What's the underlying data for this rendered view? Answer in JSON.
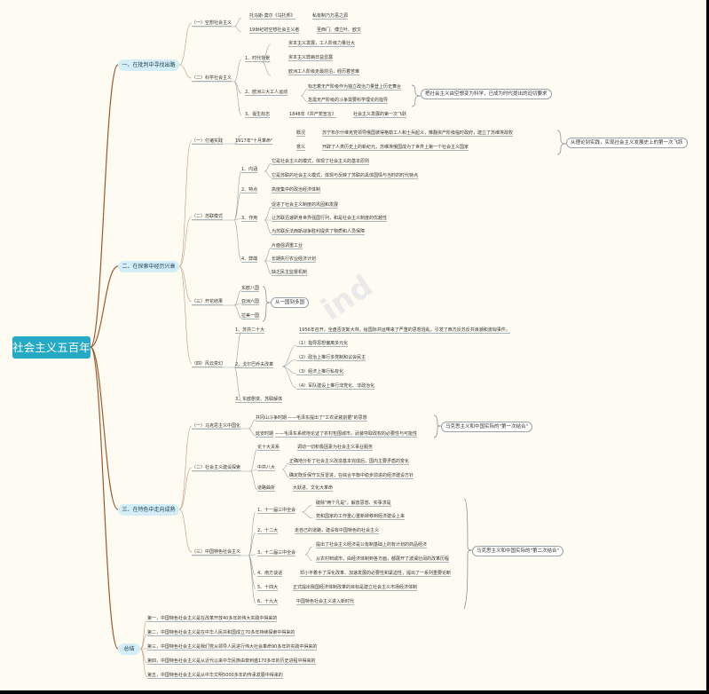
{
  "root": "社会主义五百年",
  "watermark": "ind",
  "sections": {
    "s1": "一、在批判中寻找出路",
    "s2": "二、在探索中经历兴衰",
    "s3": "三、在特色中走向成熟",
    "s4": "总结"
  },
  "callouts": {
    "c1": "把社会主义由空想变为科学，已成为时代提出的迫切要求",
    "c2": "从理论到实践，实现社会主义发展史上的第一次飞跃",
    "c3": "从一国到多国",
    "c4": "马克思主义和中国实际的\"第一次结合\"",
    "c5": "马克思主义和中国实际的\"第二次结合\""
  },
  "s1": {
    "a": "（一）空想社会主义",
    "a1": "托马斯·莫尔《乌托邦》",
    "a1n": "私有制乃万恶之源",
    "a2": "19世纪初空想社会主义者",
    "a2n": "圣西门、傅立叶、欧文",
    "b": "（二）科学社会主义",
    "b1": "1、时代背景",
    "b1a": "资本主义发展，工人阶级力量壮大",
    "b1b": "资本主义弊病日益显露",
    "b1c": "欧洲工人阶级走最前沿，经历着苦难",
    "b2": "2、欧洲三大工人运动",
    "b2a": "标志着无产阶级作为独立政治力量登上历史舞台",
    "b2b": "急需无产阶级的斗争需要科学理论的指导",
    "b3": "3、诞生标志",
    "b3a": "1848年《共产党宣言》",
    "b3b": "社会主义发展的第一次飞跃"
  },
  "s2": {
    "a": "（一）付诸实践",
    "a0": "1917年\"十月革命\"",
    "a1": "概况",
    "a1n": "苏宁布尔什维克党领导俄国彼得格勒工人和士兵起义，推翻资产阶级临时政府，建立了苏维埃政权",
    "a2": "意义",
    "a2n": "开辟了人类历史上的新纪元，苏维埃俄国成为了世界上第一个社会主义国家",
    "b": "（二）苏联模式",
    "b1": "1、内涵",
    "b1a": "它是社会主义的模式，体现了社会主义的基本原则",
    "b1b": "它是苏联的社会主义模式，体现与反映了苏联的具体国情与当时的时代特点",
    "b2": "2、特点",
    "b2a": "高度集中的政治经济体制",
    "b3": "3、作用",
    "b3a": "促进了社会主义制度的巩固和发展",
    "b3b": "让苏联迅速跻身世界强国行列，和是社会主义制度的优越性",
    "b3c": "为苏联反法西斯战争胜利提供了物质和人员保障",
    "b4": "4、弊端",
    "b4a": "片面强调重工业",
    "b4b": "长期执行农业经济计划",
    "b4c": "缺乏民主监督机制",
    "c": "（三）开花结果",
    "c1": "东欧八国",
    "c2": "亚洲六国",
    "c3": "拉美一国",
    "d": "（四）风云变幻",
    "d1": "1、苏共二十大",
    "d1n": "1956年召开，全盘否定斯大林，给国际共运带来了严重的思想混乱，引发了西方反苏反共浪潮和波匈事件。",
    "d2": "2、戈尔巴乔夫改革",
    "d2a": "（1）指导思想偏离多元化",
    "d2b": "（2）政治上推行多党制和议会民主",
    "d2c": "（3）经济上推行私有化",
    "d2d": "（4）军队建设上推行非党化、非政治化",
    "d3": "3、东欧剧变、苏联解体"
  },
  "s3": {
    "a": "（一）马克思主义中国化",
    "a1": "井冈山斗争时期",
    "a1n": "——毛泽东提出了\"工农武装割据\"的思想",
    "a2": "延安时期",
    "a2n": "——毛泽东系统地论证了农村包围城市，武装夺取政权的必要性与可能性",
    "b": "（二）社会主义建设探索",
    "b1": "论十大关系",
    "b1n": "调动一切积极因素为社会主义事业服务",
    "b2": "中共八大",
    "b2a": "正确地分析了社会主义改造基本完成后，国内主要矛盾的变化",
    "b2b": "确定既反保守又反冒进，在综合平衡中稳步前进的经济建设方针",
    "b3": "道路曲折",
    "b3n": "大跃进、文化大革命",
    "c": "（三）中国特色社会主义",
    "c1": "1、十一届三中全会",
    "c1a": "破除\"两个凡是\"，解放思想、实事求是",
    "c1b": "党和国家的工作重心重新转移到经济建设上来",
    "c2": "2、十二大",
    "c2n": "走自己的道路，建设有中国特色的社会主义",
    "c3": "3、十二届三中全会",
    "c3a": "提出了社会主义经济是公有制基础上的有计划的商品经济",
    "c3b": "从农村到城市，由经济体制到各方面，都展开了波澜壮阔的改革历程",
    "c4": "4、南方谈话",
    "c4n": "邓小平着手了深化改革、加速发展的必要性和紧迫性，提出了一系列重要论断",
    "c5": "5、十四大",
    "c5n": "正式提出我国经济体制改革的目标是建立社会主义市场经济体制",
    "c6": "6、十九大",
    "c6n": "中国特色社会主义进入新时代"
  },
  "s4": {
    "l1": "第一，中国特色社会主义是在改革开放40多年的伟大实践中得来的",
    "l2": "第二，中国特色社会主义是在中华人民共和国成立70多年持续探索中得来的",
    "l3": "第三，中国特色社会主义是我们党从领导人民进行伟大社会革命90多年的实践中得来的",
    "l4": "第四，中国特色社会主义是从近代以来中华民族由衰到盛170多年的历史进程中得来的",
    "l5": "第五，中国特色社会主义是从中华文明5000多年的传承发展中得来的"
  }
}
